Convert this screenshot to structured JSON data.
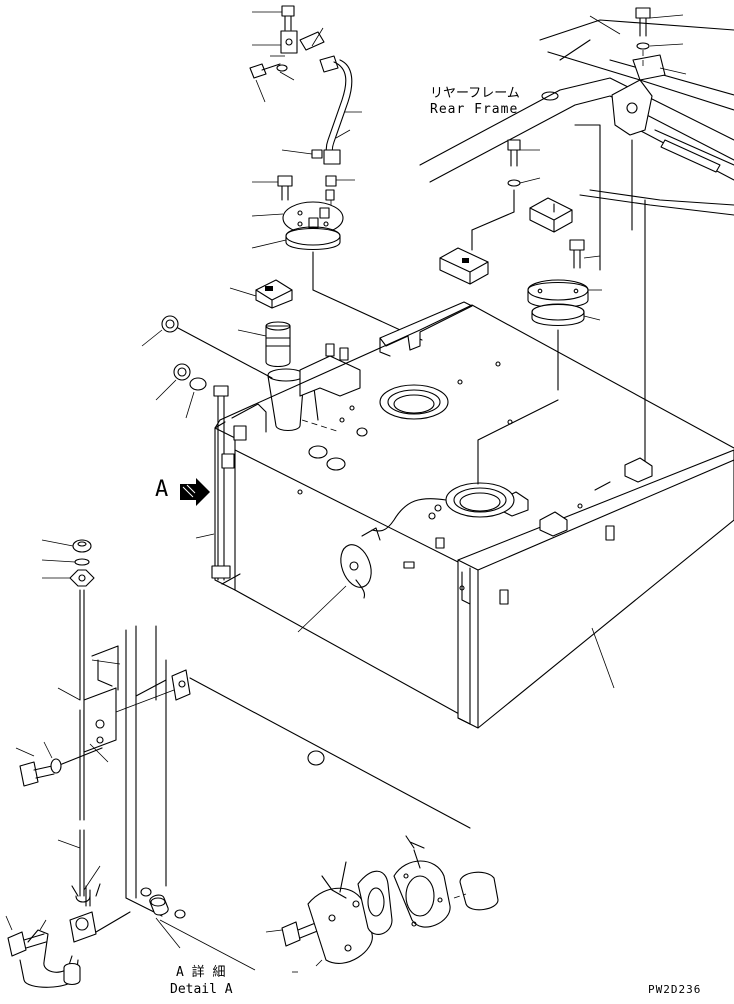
{
  "labels": {
    "rear_frame_jp": "リヤーフレーム",
    "rear_frame_en": "Rear Frame",
    "view_marker": "A",
    "detail_jp": "A 詳 細",
    "detail_en": "Detail A",
    "drawing_code": "PW2D236"
  },
  "colors": {
    "ink": "#000000",
    "paper": "#ffffff"
  },
  "icons": [
    "view-direction-arrow-icon"
  ]
}
